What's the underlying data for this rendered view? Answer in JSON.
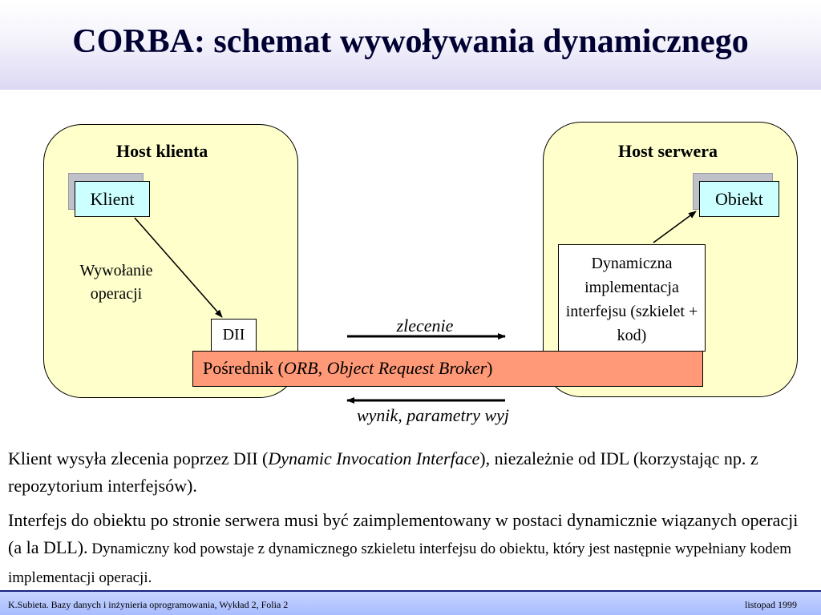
{
  "title": "CORBA: schemat wywoływania dynamicznego",
  "diagram": {
    "client_host": {
      "title": "Host klienta",
      "client_label": "Klient",
      "call_label": "Wywołanie operacji",
      "dii_label": "DII"
    },
    "server_host": {
      "title": "Host serwera",
      "object_label": "Obiekt",
      "skeleton_label": "Dynamiczna implementacja interfejsu (szkielet + kod)"
    },
    "orb": {
      "prefix": "Pośrednik (",
      "italic": "ORB, Object Request Broker",
      "suffix": ")"
    },
    "request_label": "zlecenie",
    "response_label": "wynik, parametry wyj",
    "colors": {
      "host_fill": "#ffffcc",
      "box_fill": "#ccffff",
      "orb_fill": "#ff9977"
    }
  },
  "paragraph1": {
    "before": "Klient wysyła zlecenia poprzez DII (",
    "italic": "Dynamic Invocation Interface",
    "after": "), niezależnie od IDL (korzystając np. z repozytorium interfejsów)."
  },
  "paragraph2": {
    "main": "Interfejs do obiektu po stronie serwera musi być zaimplementowany w postaci dynamicznie wiązanych operacji (a la DLL).",
    "small": " Dynamiczny kod powstaje z dynamicznego szkieletu interfejsu do obiektu, który jest następnie wypełniany kodem implementacji operacji."
  },
  "footer": {
    "left": "K.Subieta. Bazy danych i inżynieria oprogramowania, Wykład 2, Folia 2",
    "right": "listopad 1999"
  }
}
